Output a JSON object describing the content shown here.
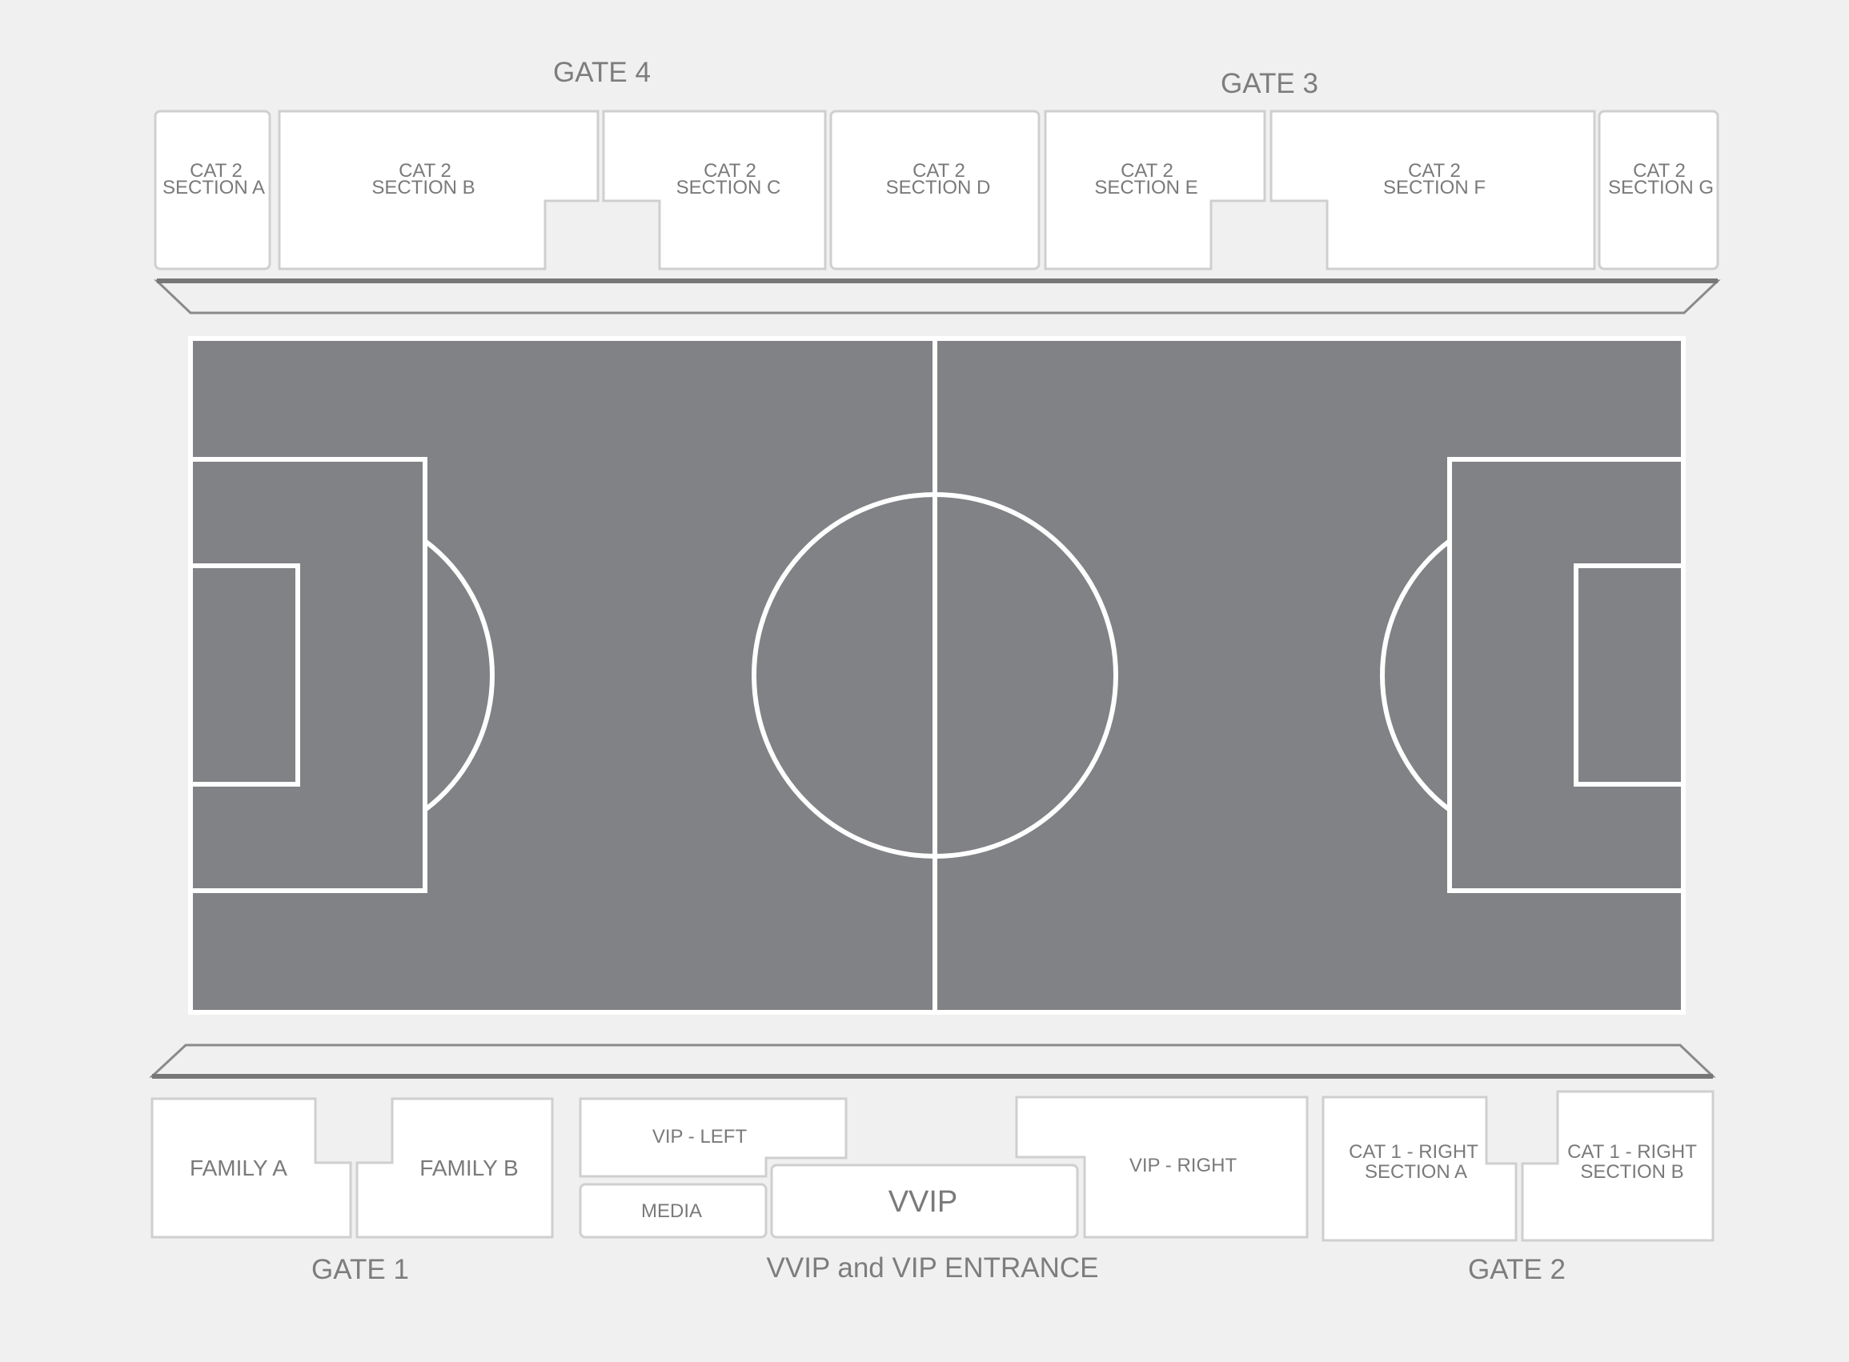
{
  "gates": {
    "gate4": "GATE 4",
    "gate3": "GATE 3",
    "gate1": "GATE 1",
    "gate2": "GATE 2",
    "vip_entrance": "VVIP and VIP ENTRANCE"
  },
  "top_sections": [
    {
      "line1": "CAT 2",
      "line2": "SECTION A"
    },
    {
      "line1": "CAT 2",
      "line2": "SECTION B"
    },
    {
      "line1": "CAT 2",
      "line2": "SECTION C"
    },
    {
      "line1": "CAT 2",
      "line2": "SECTION D"
    },
    {
      "line1": "CAT 2",
      "line2": "SECTION E"
    },
    {
      "line1": "CAT 2",
      "line2": "SECTION F"
    },
    {
      "line1": "CAT 2",
      "line2": "SECTION G"
    }
  ],
  "bottom_sections": {
    "family_a": "FAMILY A",
    "family_b": "FAMILY B",
    "vip_left": "VIP - LEFT",
    "media": "MEDIA",
    "vvip": "VVIP",
    "vip_right": "VIP - RIGHT",
    "cat1_right_a": {
      "line1": "CAT 1 - RIGHT",
      "line2": "SECTION A"
    },
    "cat1_right_b": {
      "line1": "CAT 1 - RIGHT",
      "line2": "SECTION B"
    }
  },
  "colors": {
    "background": "#f0f0f0",
    "pitch": "#818285",
    "pitch_lines": "#ffffff",
    "section_fill": "#ffffff",
    "section_stroke": "#cfcfcf",
    "text": "#7a7a7a"
  }
}
